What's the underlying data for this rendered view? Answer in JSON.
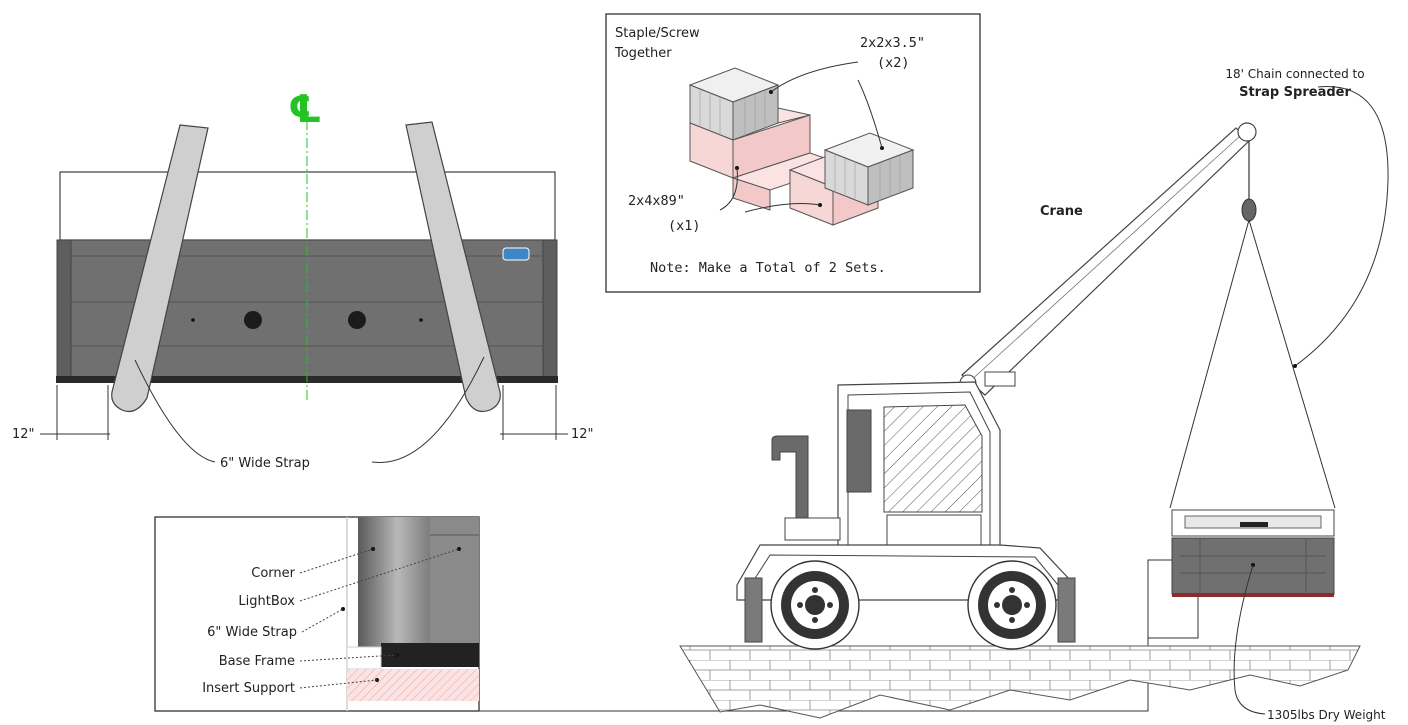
{
  "top_view": {
    "centerline_symbol": "℄",
    "dim_left": "12\"",
    "dim_right": "12\"",
    "strap_label": "6\" Wide Strap"
  },
  "jig_detail": {
    "title_line1": "Staple/Screw",
    "title_line2": "Together",
    "part_a_size": "2x2x3.5\"",
    "part_a_qty": "(x2)",
    "part_b_size": "2x4x89\"",
    "part_b_qty": "(x1)",
    "note": "Note: Make a Total of 2 Sets."
  },
  "corner_detail": {
    "labels": [
      "Corner",
      "LightBox",
      "6\" Wide Strap",
      "Base Frame",
      "Insert Support"
    ]
  },
  "crane_view": {
    "chain_line1": "18' Chain connected to",
    "chain_line2": "Strap Spreader",
    "crane_label": "Crane",
    "weight_label": "1305lbs Dry Weight"
  },
  "colors": {
    "centerline": "#22c322",
    "panel": "#707070",
    "strap": "#cfcfcf",
    "insert": "#f6d3d3"
  }
}
